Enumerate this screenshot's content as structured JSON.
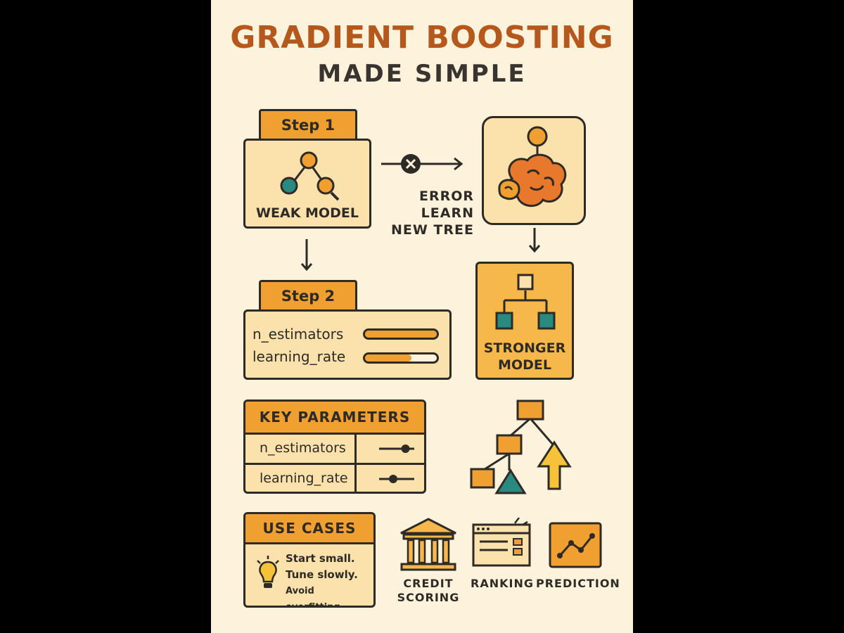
{
  "title": "GRADIENT BOOSTING",
  "subtitle": "MADE SIMPLE",
  "step1": {
    "tab": "Step 1",
    "label": "WEAK MODEL"
  },
  "flow_text": [
    "ERROR",
    "LEARN",
    "NEW TREE"
  ],
  "stronger_model": {
    "line1": "STRONGER",
    "line2": "MODEL"
  },
  "step2": {
    "tab": "Step 2",
    "params": [
      {
        "name": "n_estimators",
        "level": 1.0
      },
      {
        "name": "learning_rate",
        "level": 0.65
      }
    ]
  },
  "key_parameters": {
    "header": "KEY PARAMETERS",
    "rows": [
      {
        "name": "n_estimators",
        "level": 0.75
      },
      {
        "name": "learning_rate",
        "level": 0.4
      }
    ]
  },
  "use_cases": {
    "header": "USE CASES",
    "tips": [
      "Start small.",
      "Tune slowly.",
      "Avoid overfitting."
    ]
  },
  "applications": [
    {
      "icon": "bank-icon",
      "line1": "CREDIT",
      "line2": "SCORING"
    },
    {
      "icon": "ranking-window-icon",
      "line1": "RANKING",
      "line2": ""
    },
    {
      "icon": "line-chart-icon",
      "line1": "PREDICTION",
      "line2": ""
    }
  ],
  "colors": {
    "orange": "#f0a030",
    "dark_orange": "#b4581e",
    "teal": "#2a8a80",
    "cream": "#fdf3dc",
    "pale": "#fbe1ab",
    "ink": "#2e2a26"
  }
}
